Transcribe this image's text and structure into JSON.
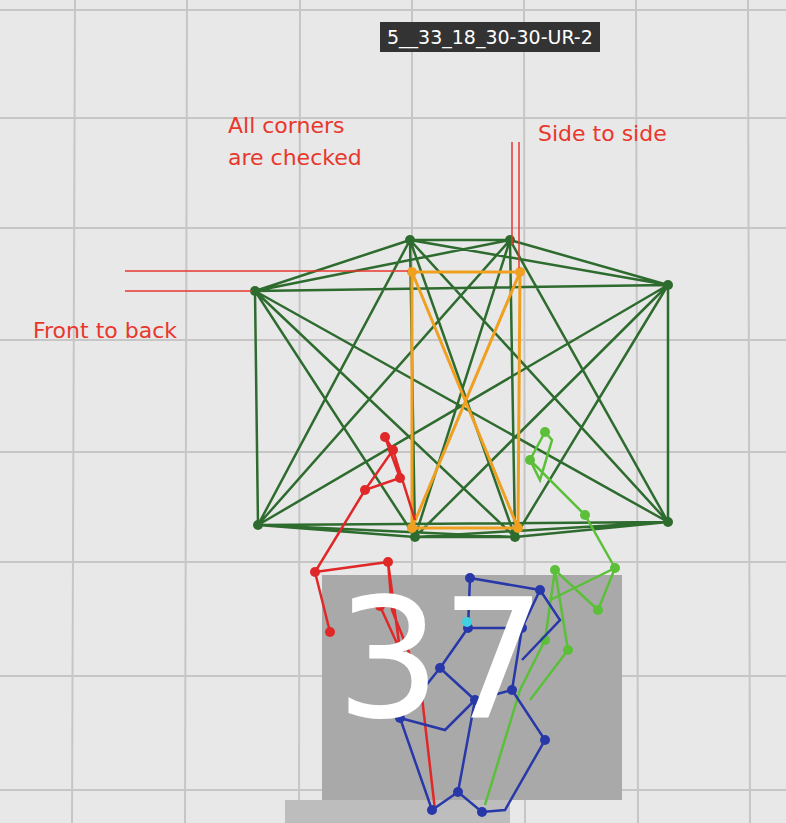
{
  "diagram": {
    "title": "5__33_18_30-30-UR-2",
    "labels": [
      "All corners are checked",
      "Side to side",
      "Front to back",
      "37"
    ]
  }
}
